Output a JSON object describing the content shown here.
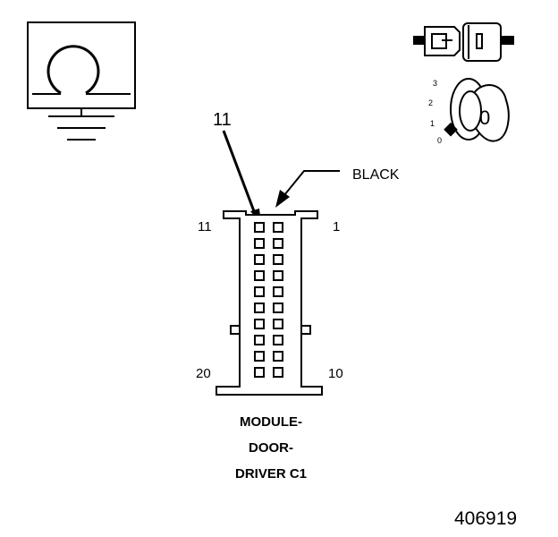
{
  "diagram": {
    "callout_pin": "11",
    "color_label": "BLACK",
    "pin_label_top_left": "11",
    "pin_label_top_right": "1",
    "pin_label_bottom_left": "20",
    "pin_label_bottom_right": "10",
    "caption_line1": "MODULE-",
    "caption_line2": "DOOR-",
    "caption_line3": "DRIVER C1",
    "figure_number": "406919",
    "pin_rows": 10,
    "pin_columns": 2,
    "highlighted_pin": "11"
  },
  "ignition": {
    "positions": [
      "3",
      "2",
      "1",
      "0"
    ],
    "key_label": "0"
  },
  "icons": {
    "ground_symbol": "ground-icon",
    "connector_symbol": "connector-icon",
    "ignition_symbol": "ignition-key-icon"
  },
  "colors": {
    "line": "#000000",
    "background": "#ffffff"
  }
}
